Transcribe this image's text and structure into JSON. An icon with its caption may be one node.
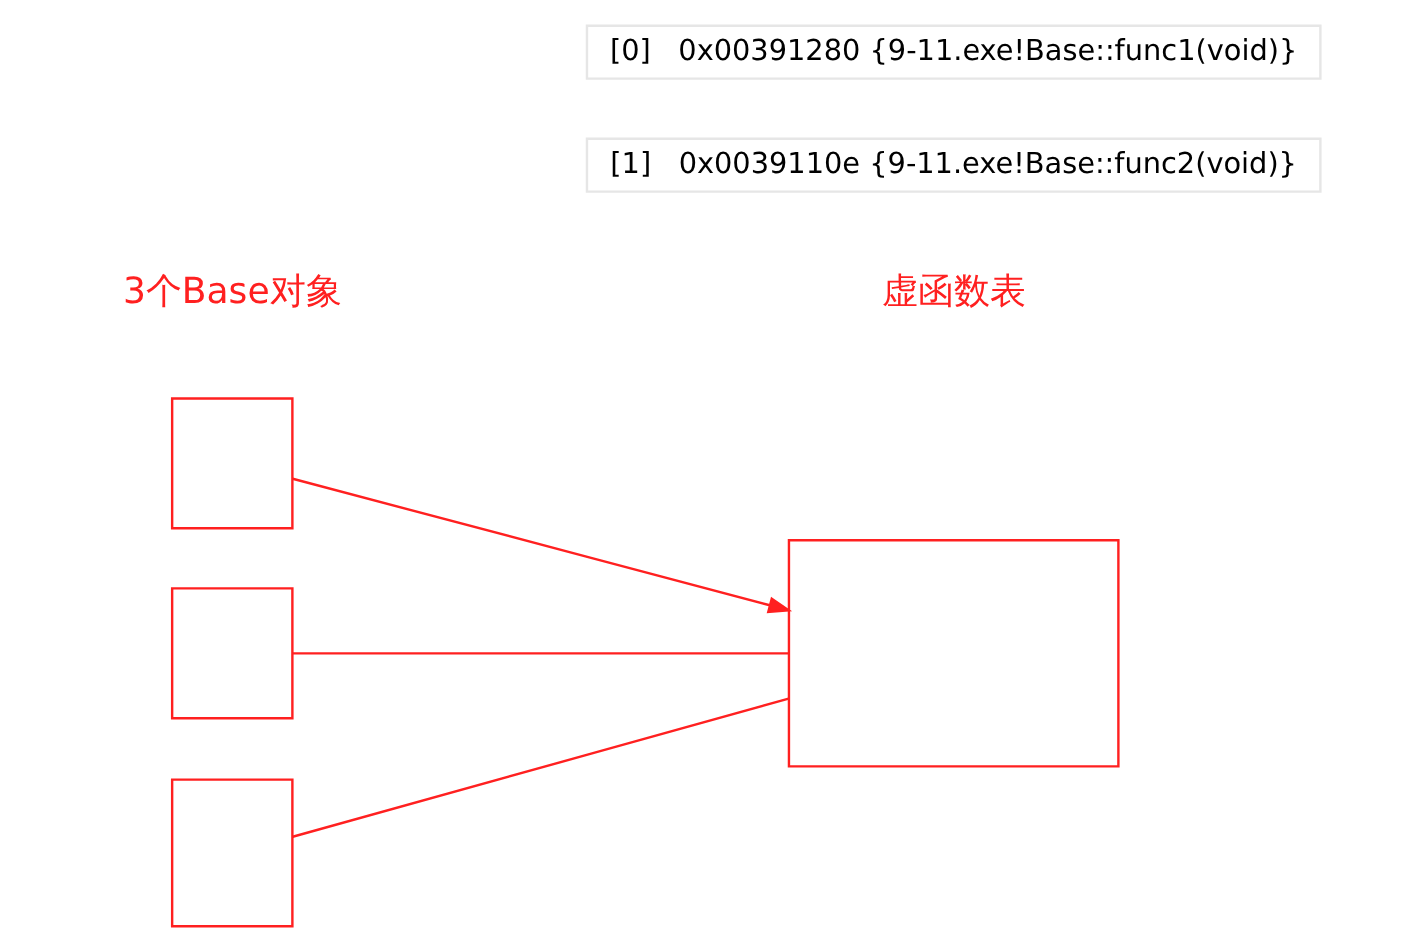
{
  "diagram": {
    "nodes": [
      {
        "text": [],
        "shape": "box"
      },
      {
        "text": [],
        "shape": "box"
      },
      {
        "text": [],
        "shape": "box"
      },
      {
        "text": [],
        "shape": "box"
      },
      {
        "text": [
          "[0]",
          "0x00391280 {9-11.exe!Base::func1(void)}"
        ]
      },
      {
        "text": [
          "[1]",
          "0x0039110e {9-11.exe!Base::func2(void)}"
        ]
      }
    ],
    "edges": [
      {
        "from": 0,
        "to": 3,
        "arrow": "to"
      },
      {
        "from": 1,
        "to": 3,
        "arrow": "none"
      },
      {
        "from": 2,
        "to": 3,
        "arrow": "none"
      }
    ],
    "labels": [
      "3个Base对象",
      "虚函数表"
    ]
  }
}
